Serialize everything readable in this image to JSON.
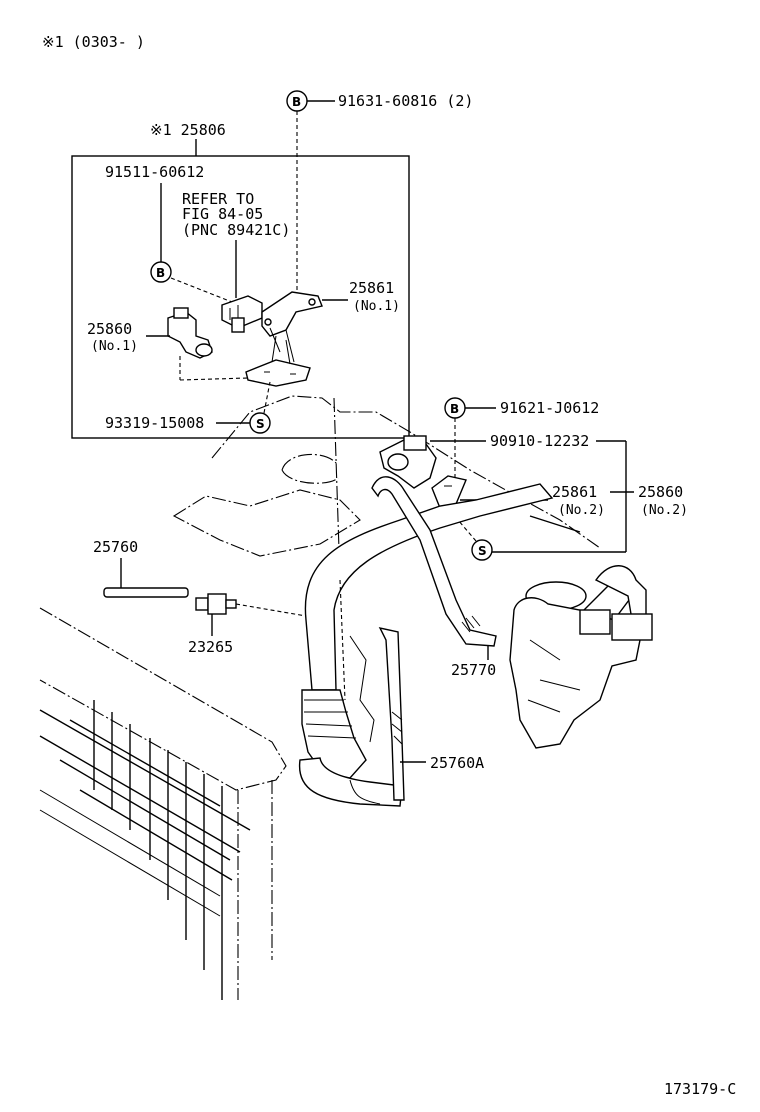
{
  "header_note": "※1 (0303-     )",
  "footer_code": "173179-C",
  "circle_markers": {
    "bolt": "B",
    "screw": "S"
  },
  "callouts": {
    "p91631": "91631-60816 (2)",
    "p25806": "※1 25806",
    "p91511": "91511-60612",
    "refer_1": "REFER TO",
    "refer_2": "FIG 84-05",
    "refer_3": "(PNC 89421C)",
    "p25861_a": "25861",
    "p25861_a_sub": "(No.1)",
    "p25860_a": "25860",
    "p25860_a_sub": "(No.1)",
    "p93319": "93319-15008",
    "p91621": "91621-J0612",
    "p90910": "90910-12232",
    "p25861_b": "25861",
    "p25861_b_sub": "(No.2)",
    "p25860_b": "25860",
    "p25860_b_sub": "(No.2)",
    "p25760": "25760",
    "p23265": "23265",
    "p25770": "25770",
    "p25760A": "25760A"
  }
}
